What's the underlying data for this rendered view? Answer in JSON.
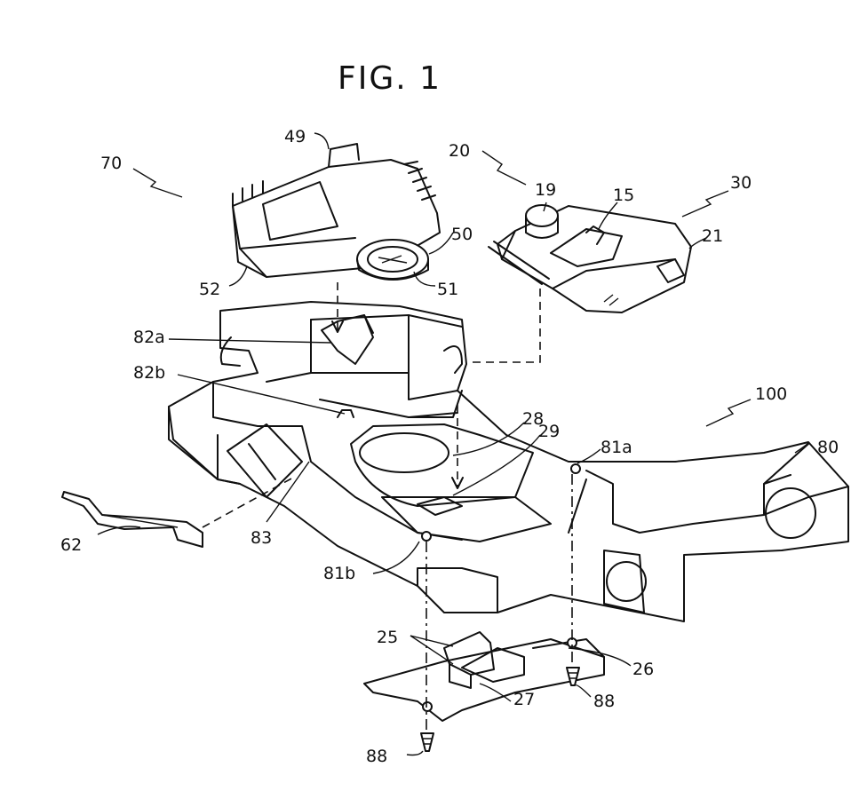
{
  "figure": {
    "title": "FIG. 1"
  },
  "labels": {
    "l70": "70",
    "l49": "49",
    "l20": "20",
    "l19": "19",
    "l15": "15",
    "l30": "30",
    "l50": "50",
    "l21": "21",
    "l52": "52",
    "l51": "51",
    "l82a": "82a",
    "l82b": "82b",
    "l100": "100",
    "l28": "28",
    "l29": "29",
    "l81a": "81a",
    "l80": "80",
    "l62": "62",
    "l83": "83",
    "l81b": "81b",
    "l25": "25",
    "l26": "26",
    "l27": "27",
    "l88a": "88",
    "l88b": "88"
  }
}
